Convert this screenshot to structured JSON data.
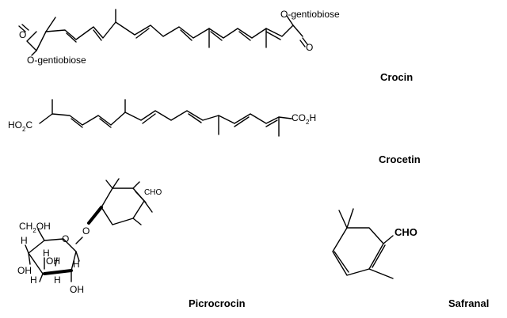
{
  "compounds": {
    "crocin": {
      "name": "Crocin",
      "ester_top": "O-gentiobiose",
      "ester_bottom": "O-gentiobiose",
      "carbonyl_o_left": "O",
      "carbonyl_o_right": "O"
    },
    "crocetin": {
      "name": "Crocetin",
      "left_group": "HO",
      "left_group_sub": "2",
      "left_group_c": "C",
      "right_group": "CO",
      "right_group_sub": "2",
      "right_group_h": "H"
    },
    "picrocrocin": {
      "name": "Picrocrocin",
      "aldehyde": "CHO",
      "ring_o": "O",
      "glycosidic_o": "O",
      "ch2oh_a": "CH",
      "ch2oh_sub": "2",
      "ch2oh_b": "OH",
      "h_labels": [
        "H",
        "H",
        "H",
        "H",
        "H"
      ],
      "oh_labels": [
        "OH",
        "OH",
        "OH"
      ]
    },
    "safranal": {
      "name": "Safranal",
      "aldehyde": "CHO"
    }
  }
}
